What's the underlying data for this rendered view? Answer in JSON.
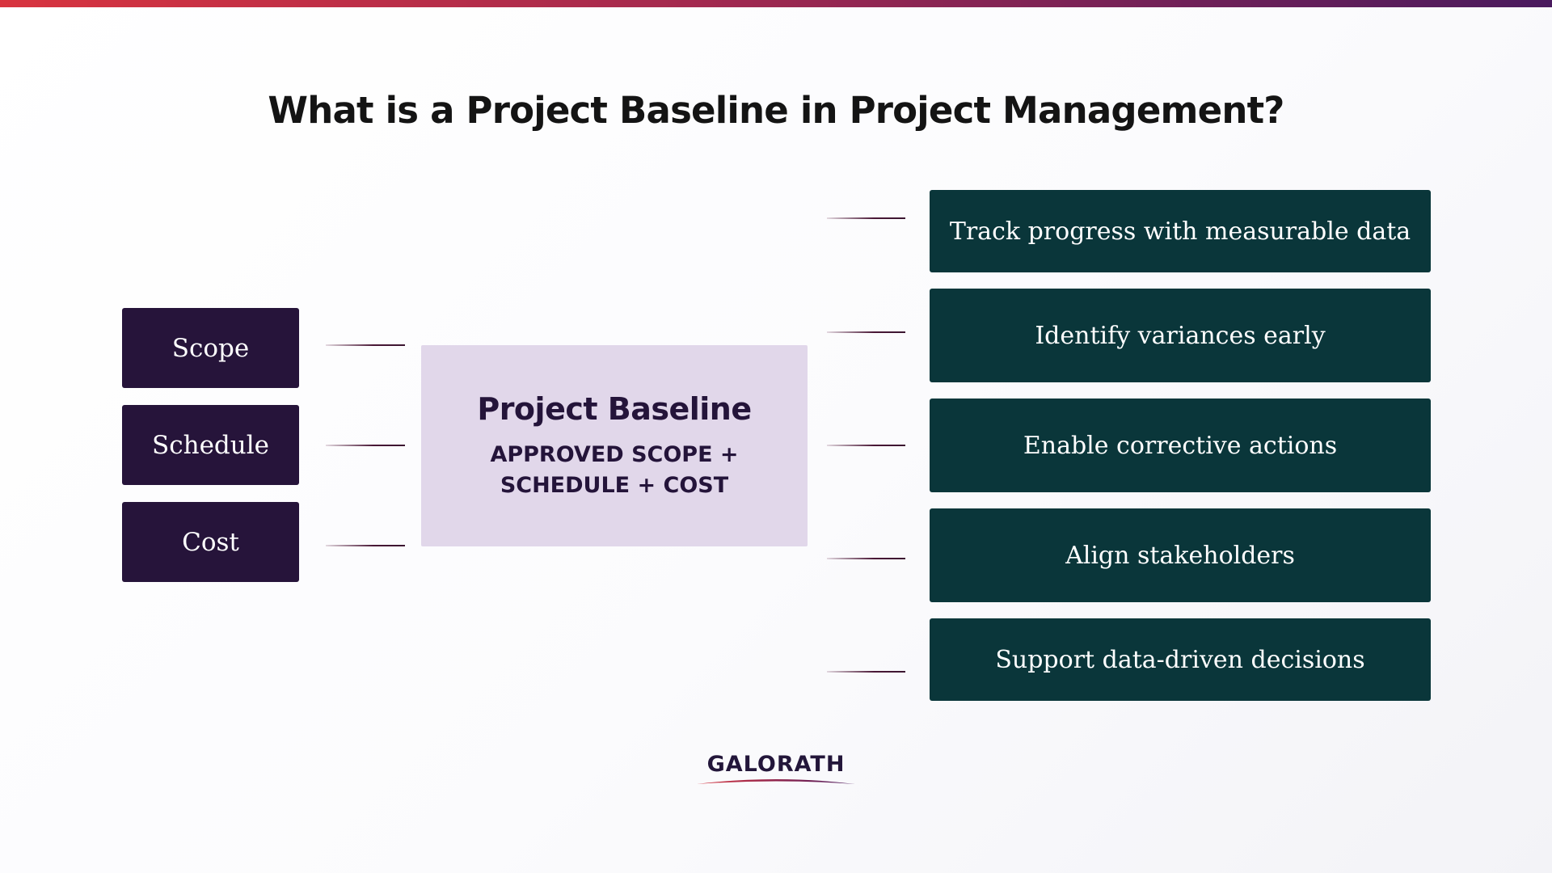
{
  "title": "What is a Project Baseline in Project Management?",
  "inputs": [
    "Scope",
    "Schedule",
    "Cost"
  ],
  "center": {
    "title": "Project Baseline",
    "subtitle": "APPROVED SCOPE + SCHEDULE + COST"
  },
  "outputs": [
    "Track progress with measurable data",
    "Identify variances early",
    "Enable corrective actions",
    "Align stakeholders",
    "Support data-driven decisions"
  ],
  "logo": "GALORATH",
  "colors": {
    "input_box": "#26143a",
    "output_box": "#0a363a",
    "center_box": "#e1d7ea",
    "accent_red": "#d8343f",
    "accent_purple": "#4a1a5e"
  }
}
